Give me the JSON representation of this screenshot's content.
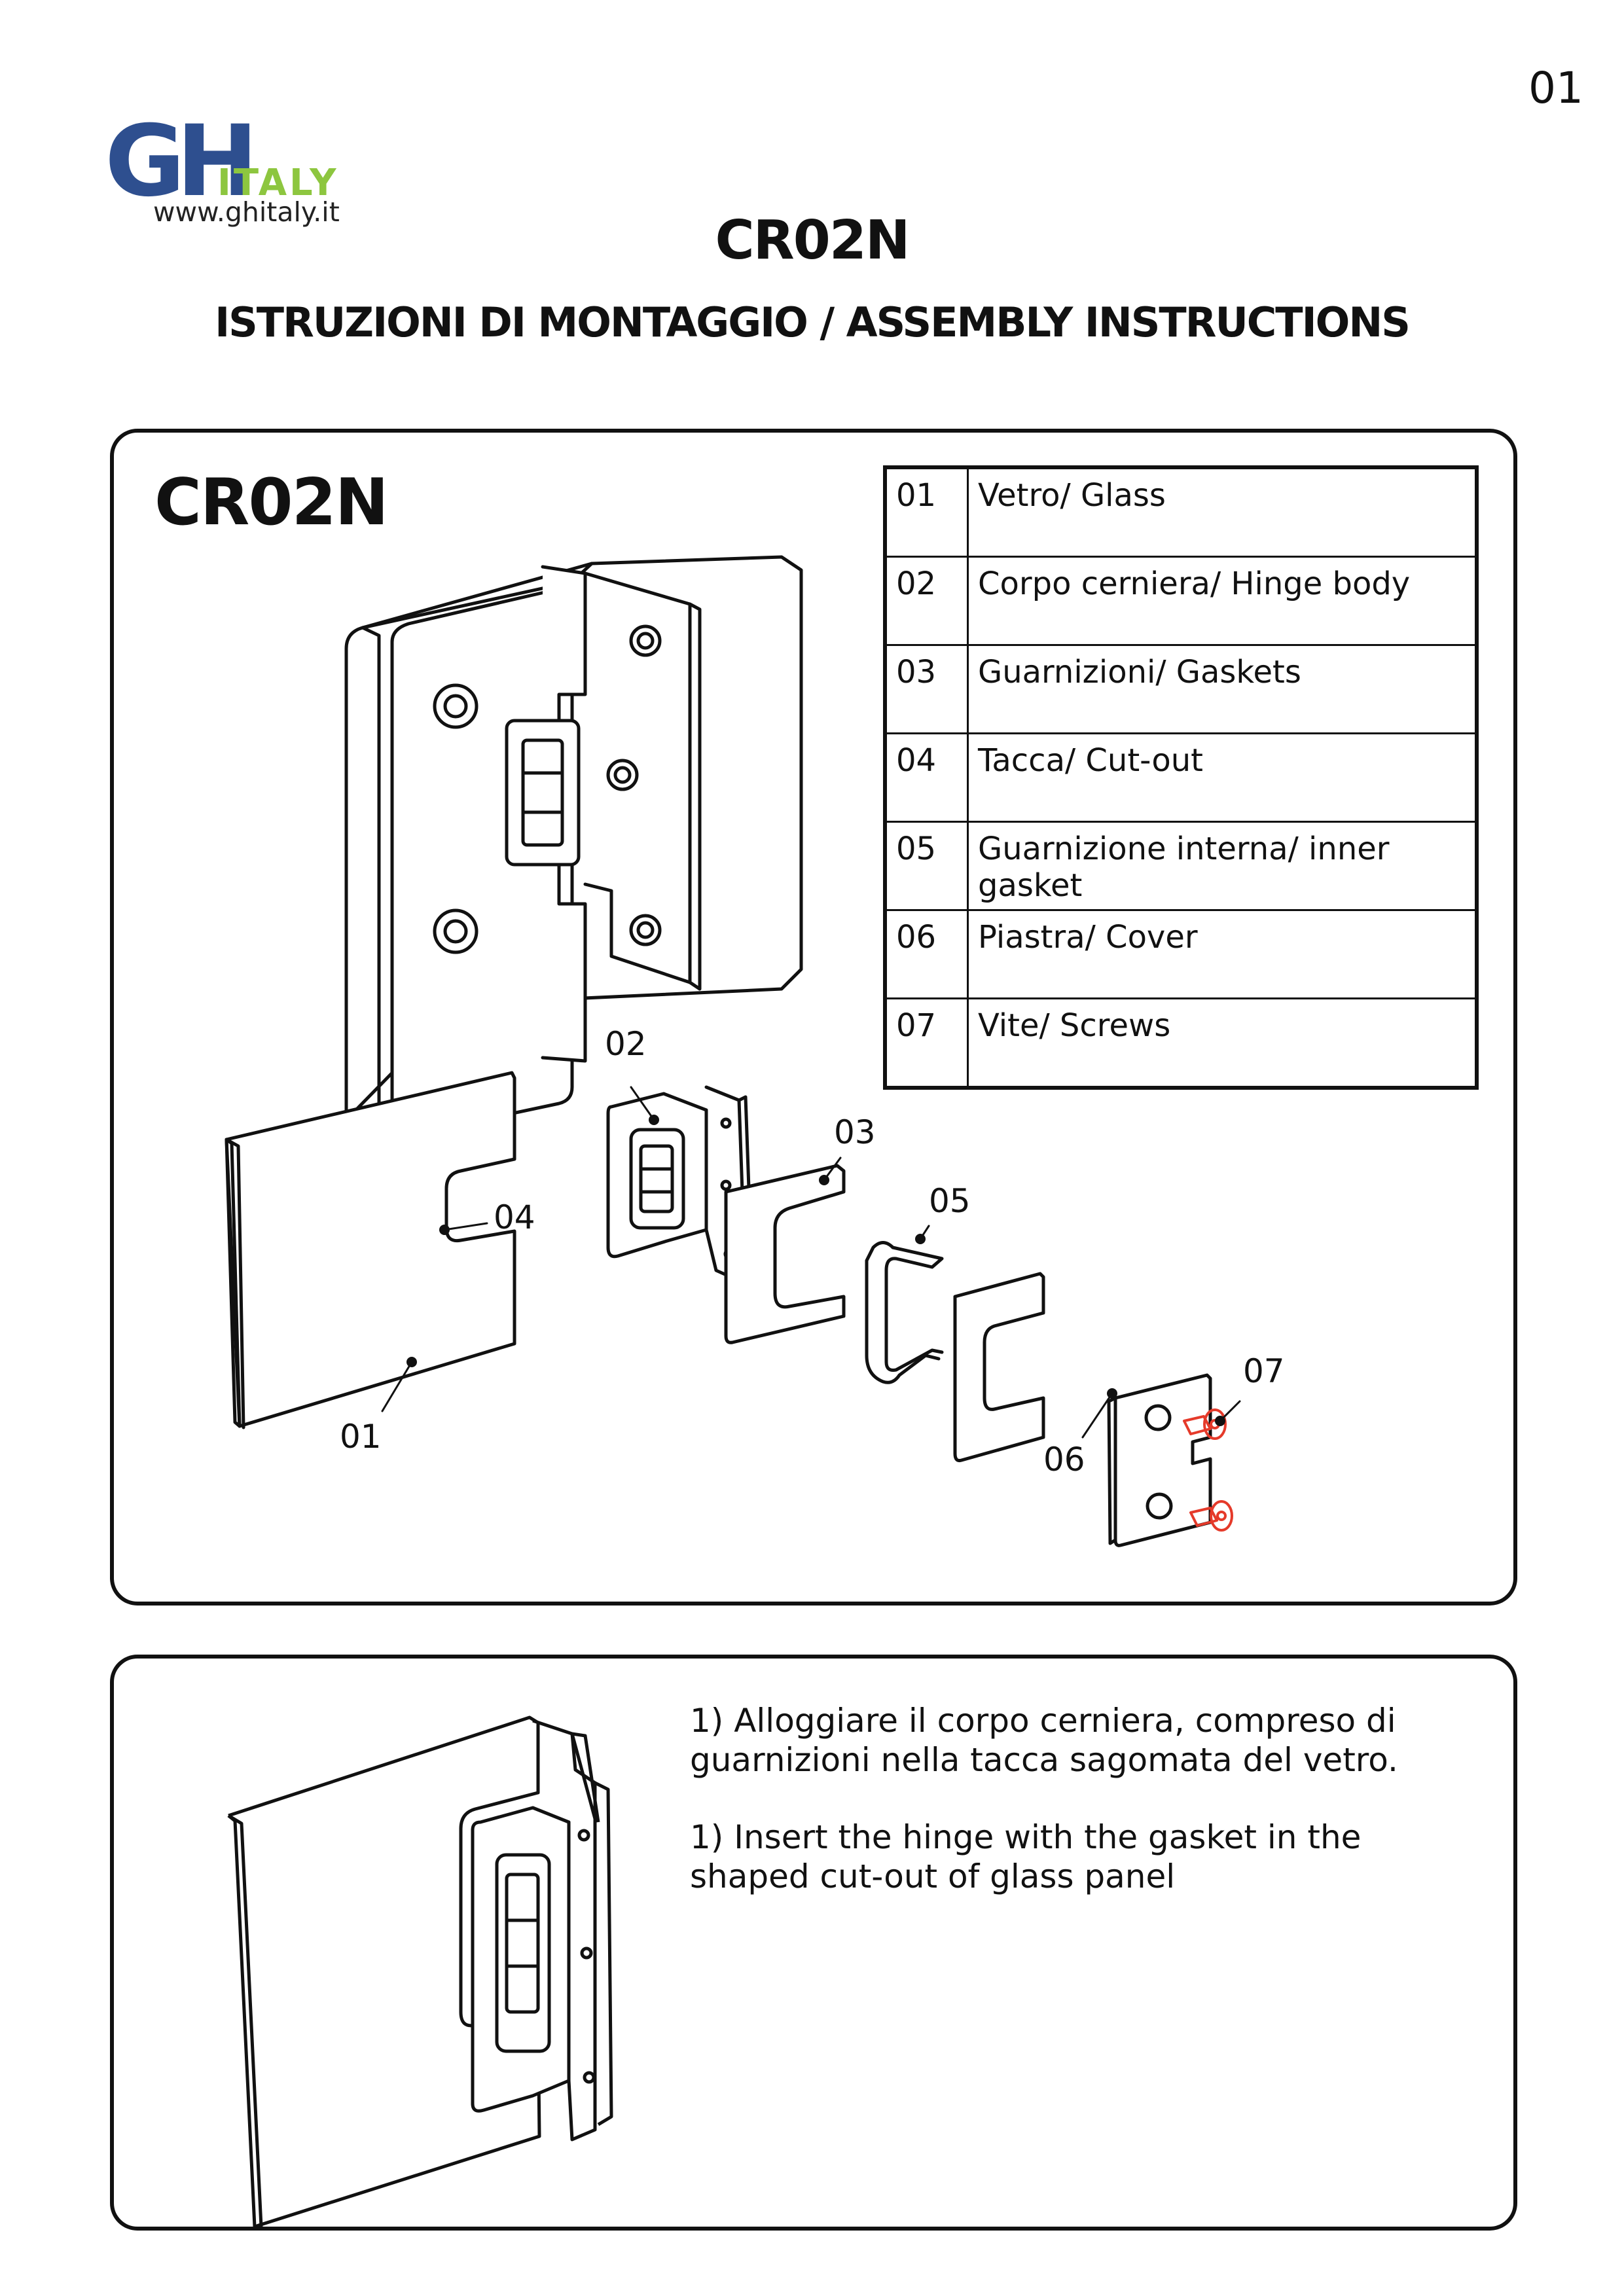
{
  "page_number": "01",
  "brand": {
    "logo_main": "GH",
    "logo_sub": "ITALY",
    "website": "www.ghitaly.it",
    "colors": {
      "blue": "#2e4f8f",
      "green": "#8dc63f"
    }
  },
  "title": "CR02N",
  "subtitle": "ISTRUZIONI DI MONTAGGIO / ASSEMBLY INSTRUCTIONS",
  "panel1": {
    "product_code": "CR02N",
    "parts": [
      {
        "num": "01",
        "name": "Vetro/ Glass"
      },
      {
        "num": "02",
        "name": "Corpo cerniera/ Hinge body"
      },
      {
        "num": "03",
        "name": "Guarnizioni/ Gaskets"
      },
      {
        "num": "04",
        "name": "Tacca/ Cut-out"
      },
      {
        "num": "05",
        "name": "Guarnizione interna/ inner gasket"
      },
      {
        "num": "06",
        "name": "Piastra/ Cover"
      },
      {
        "num": "07",
        "name": "Vite/ Screws"
      }
    ],
    "callouts": [
      "01",
      "02",
      "03",
      "04",
      "05",
      "06",
      "07"
    ],
    "screw_color": "#e53a2a"
  },
  "panel2": {
    "step_it": "1) Alloggiare il corpo cerniera, compreso di guarnizioni nella tacca sagomata del vetro.",
    "step_en": "1) Insert the hinge with the gasket in the shaped cut-out of glass panel"
  }
}
